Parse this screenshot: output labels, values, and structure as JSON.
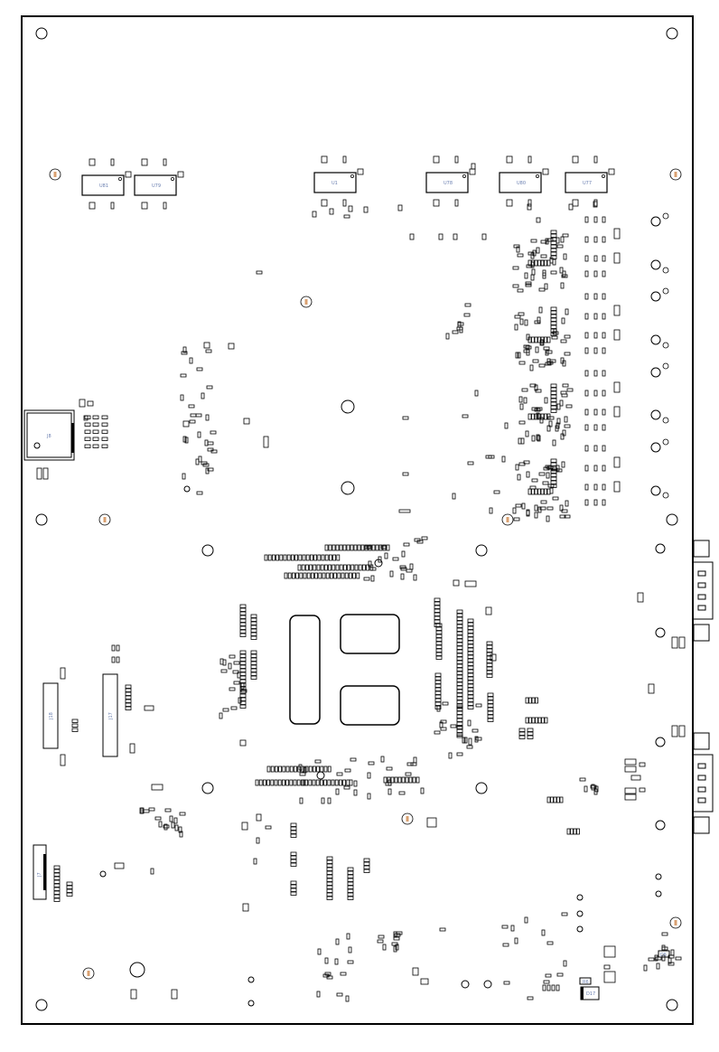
{
  "title": "PCB assembly layout",
  "components": {
    "ics": [
      {
        "ref": "U81"
      },
      {
        "ref": "U79"
      },
      {
        "ref": "U1"
      },
      {
        "ref": "U78"
      },
      {
        "ref": "U80"
      },
      {
        "ref": "U77"
      }
    ],
    "connectors": [
      {
        "ref": "J8"
      },
      {
        "ref": "J18"
      },
      {
        "ref": "J17"
      },
      {
        "ref": "J7"
      }
    ],
    "diodes": [
      {
        "ref": "D17"
      },
      {
        "ref": "D5"
      },
      {
        "ref": "R6"
      }
    ]
  },
  "colors": {
    "outline": "#000000",
    "silk_label": "#6a7fb0",
    "fiducial": "#c07a4a"
  }
}
